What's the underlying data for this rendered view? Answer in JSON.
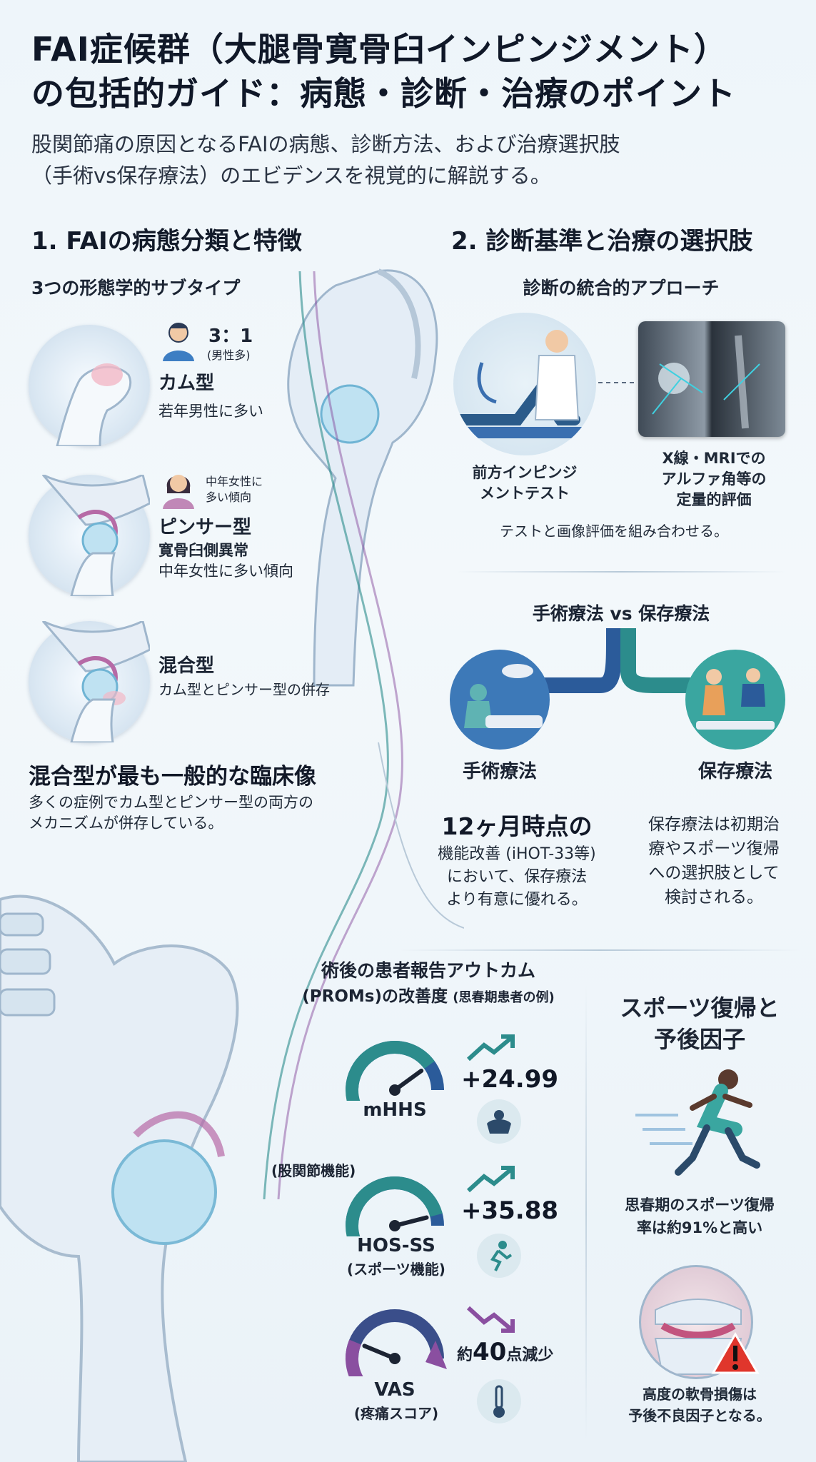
{
  "header": {
    "title_line1": "FAI症候群（大腿骨寛骨臼インピンジメント）",
    "title_line2": "の包括的ガイド：病態・診断・治療のポイント",
    "subtitle_line1": "股関節痛の原因となるFAIの病態、診断方法、および治療選択肢",
    "subtitle_line2": "（手術vs保存療法）のエビデンスを視覚的に解説する。"
  },
  "section1": {
    "heading": "1. FAIの病態分類と特徴",
    "subheading": "3つの形態学的サブタイプ",
    "cam": {
      "ratio": "3：1",
      "ratio_note": "(男性多)",
      "name": "カム型",
      "desc": "若年男性に多い"
    },
    "pincer": {
      "badge_line1": "中年女性に",
      "badge_line2": "多い傾向",
      "name": "ピンサー型",
      "desc_line1": "寛骨臼側異常",
      "desc_line2": "中年女性に多い傾向"
    },
    "mixed": {
      "name": "混合型",
      "desc": "カム型とピンサー型の併存"
    },
    "summary_heading": "混合型が最も一般的な臨床像",
    "summary_line1": "多くの症例でカム型とピンサー型の両方の",
    "summary_line2": "メカニズムが併存している。"
  },
  "section2": {
    "heading": "2. 診断基準と治療の選択肢",
    "diag_heading": "診断の統合的アプローチ",
    "test_label_line1": "前方インピンジ",
    "test_label_line2": "メントテスト",
    "imaging_label_line1": "X線・MRIでの",
    "imaging_label_line2": "アルファ角等の",
    "imaging_label_line3": "定量的評価",
    "diag_note": "テストと画像評価を組み合わせる。",
    "treat_heading": "手術療法 vs 保存療法",
    "surgery_label": "手術療法",
    "conservative_label": "保存療法",
    "surgery_result_big": "12ヶ月時点の",
    "surgery_result_line1": "機能改善 (iHOT-33等)",
    "surgery_result_line2": "において、保存療法",
    "surgery_result_line3": "より有意に優れる。",
    "conservative_line1": "保存療法は初期治",
    "conservative_line2": "療やスポーツ復帰",
    "conservative_line3": "への選択肢として",
    "conservative_line4": "検討される。"
  },
  "proms": {
    "heading_line1": "術後の患者報告アウトカム",
    "heading_line2_bold": "(PROMs)の改善度",
    "heading_line2_small": "(思春期患者の例)",
    "items": [
      {
        "label": "mHHS",
        "sublabel": "(股関節機能)",
        "value": "+24.99",
        "level": 0.7,
        "color": "#2c8c8c"
      },
      {
        "label": "HOS-SS",
        "sublabel": "(スポーツ機能)",
        "value": "+35.88",
        "level": 0.78,
        "color": "#2c8c8c"
      },
      {
        "label": "VAS",
        "sublabel": "(疼痛スコア)",
        "value_prefix": "約",
        "value": "40",
        "value_suffix": "点減少",
        "level": 0.25,
        "color": "#8a4fa0"
      }
    ]
  },
  "sports": {
    "heading_line1": "スポーツ復帰と",
    "heading_line2": "予後因子",
    "return_line1": "思春期のスポーツ復帰",
    "return_line2": "率は約91%と高い",
    "prognosis_line1": "高度の軟骨損傷は",
    "prognosis_line2": "予後不良因子となる。"
  },
  "colors": {
    "teal": "#2c8c8c",
    "blue": "#3a6fb0",
    "purple": "#8a4fa0",
    "bone": "#e6eef6"
  }
}
